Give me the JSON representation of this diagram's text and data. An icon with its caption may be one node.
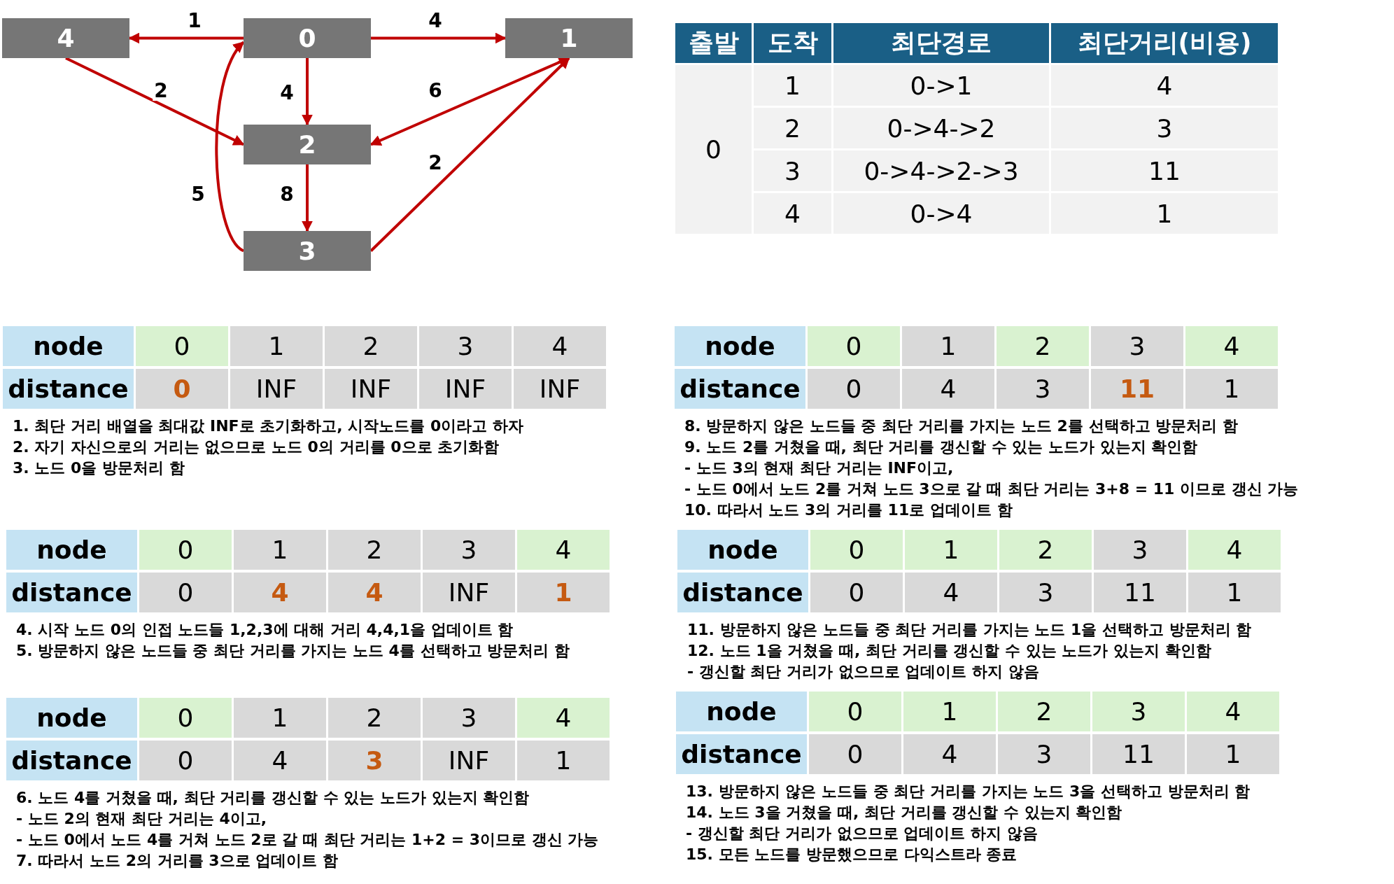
{
  "diagram": {
    "nodes": [
      {
        "text": [
          "4"
        ]
      },
      {
        "text": [
          "0"
        ]
      },
      {
        "text": [
          "1"
        ]
      },
      {
        "text": [
          "2"
        ]
      },
      {
        "text": [
          "3"
        ]
      }
    ],
    "edges": [
      {
        "from": 1,
        "to": 0,
        "arrow": "to",
        "label": "1"
      },
      {
        "from": 1,
        "to": 2,
        "arrow": "to",
        "label": "4"
      },
      {
        "from": 0,
        "to": 3,
        "arrow": "to",
        "label": "2"
      },
      {
        "from": 1,
        "to": 3,
        "arrow": "to",
        "label": "4"
      },
      {
        "from": 2,
        "to": 3,
        "arrow": "both",
        "label": "6"
      },
      {
        "from": 3,
        "to": 4,
        "arrow": "to",
        "label": "8"
      },
      {
        "from": 4,
        "to": 1,
        "arrow": "to",
        "label": "5"
      },
      {
        "from": 4,
        "to": 2,
        "arrow": "to",
        "label": "2"
      }
    ],
    "labels": [
      "출발",
      "도착",
      "최단경로",
      "최단거리(비용)",
      "0",
      "1",
      "0->1",
      "4",
      "2",
      "0->4->2",
      "3",
      "3",
      "0->4->2->3",
      "11",
      "4",
      "0->4",
      "1",
      "node",
      "0",
      "1",
      "2",
      "3",
      "4",
      "distance",
      "0",
      "INF",
      "INF",
      "INF",
      "INF",
      "1. 최단 거리 배열을 최대값 INF로 초기화하고, 시작노드를 0이라고 하자",
      "2. 자기 자신으로의 거리는 없으므로 노드 0의 거리를 0으로 초기화함",
      "3. 노드 0을 방문처리 함",
      "node",
      "0",
      "1",
      "2",
      "3",
      "4",
      "distance",
      "0",
      "4",
      "3",
      "11",
      "1",
      "8. 방문하지 않은 노드들 중 최단 거리를 가지는 노드 2를 선택하고 방문처리 함",
      "9. 노드 2를 거쳤을 때, 최단 거리를 갱신할 수 있는 노드가 있는지 확인함",
      "- 노드 3의 현재 최단 거리는 INF이고,",
      "- 노드 0에서 노드 2를 거쳐 노드 3으로 갈 때 최단 거리는 3+8 = 11 이므로 갱신 가능",
      "10. 따라서 노드 3의 거리를 11로 업데이트 함",
      "node",
      "0",
      "1",
      "2",
      "3",
      "4",
      "distance",
      "0",
      "4",
      "4",
      "INF",
      "1",
      "4. 시작 노드 0의 인접 노드들 1,2,3에 대해 거리 4,4,1을 업데이트 함",
      "5. 방문하지 않은 노드들 중 최단 거리를 가지는 노드 4를 선택하고 방문처리 함",
      "node",
      "0",
      "1",
      "2",
      "3",
      "4",
      "distance",
      "0",
      "4",
      "3",
      "11",
      "1",
      "11. 방문하지 않은 노드들 중 최단 거리를 가지는 노드 1을 선택하고 방문처리 함",
      "12. 노드 1을 거쳤을 때, 최단 거리를 갱신할 수 있는 노드가 있는지 확인함",
      "- 갱신할 최단 거리가 없으므로 업데이트 하지 않음",
      "node",
      "0",
      "1",
      "2",
      "3",
      "4",
      "distance",
      "0",
      "4",
      "3",
      "INF",
      "1",
      "6. 노드 4를 거쳤을 때, 최단 거리를 갱신할 수 있는 노드가 있는지 확인함",
      "- 노드 2의 현재 최단 거리는 4이고,",
      "- 노드 0에서 노드 4를 거쳐 노드 2로 갈 때 최단 거리는 1+2 = 3이므로 갱신 가능",
      "7. 따라서 노드 2의 거리를 3으로 업데이트 함",
      "node",
      "0",
      "1",
      "2",
      "3",
      "4",
      "distance",
      "0",
      "4",
      "3",
      "11",
      "1",
      "13. 방문하지 않은 노드들 중 최단 거리를 가지는 노드 3을 선택하고 방문처리 함",
      "14. 노드 3을 거쳤을 때, 최단 거리를 갱신할 수 있는지 확인함",
      "- 갱신할 최단 거리가 없으므로 업데이트 하지 않음",
      "15. 모든 노드를 방문했으므로 다익스트라 종료"
    ]
  }
}
